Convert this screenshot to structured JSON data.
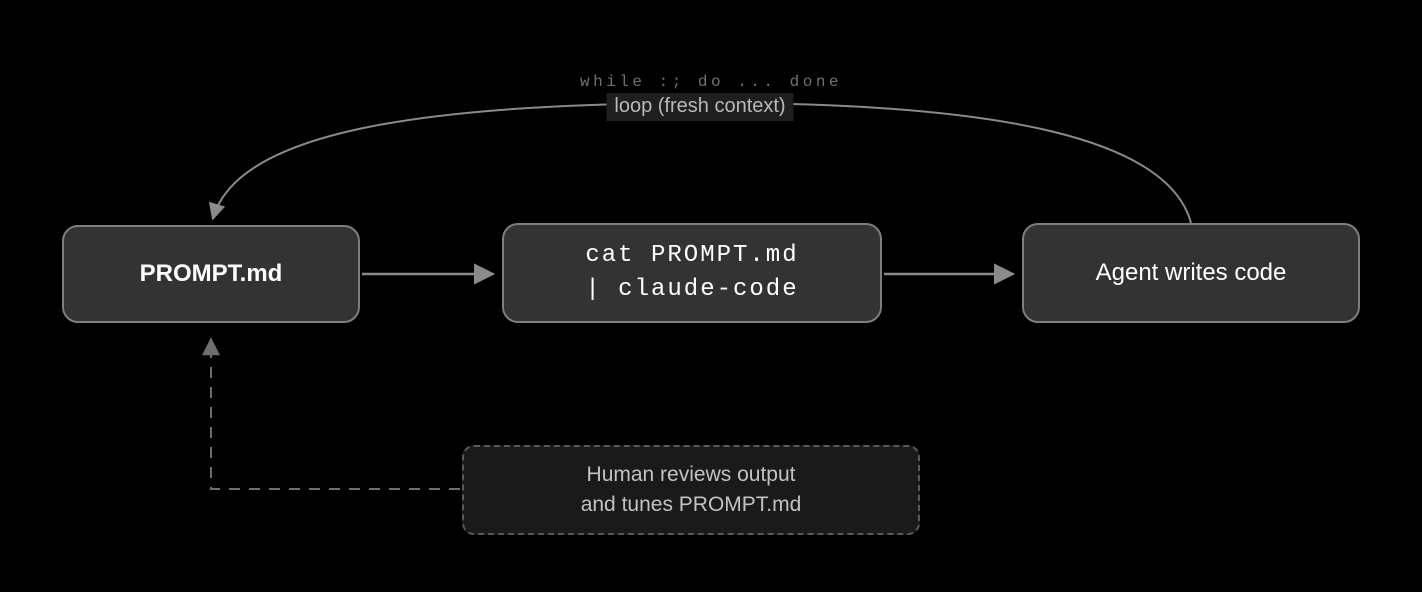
{
  "diagram": {
    "loop_annotation": {
      "shell_command": "while :; do ... done",
      "label": "loop (fresh context)"
    },
    "nodes": {
      "prompt_file": {
        "label": "PROMPT.md"
      },
      "pipe_command": {
        "line1": "cat PROMPT.md",
        "line2": "| claude-code"
      },
      "agent": {
        "label": "Agent writes code"
      },
      "human_review": {
        "line1": "Human reviews output",
        "line2": "and tunes PROMPT.md"
      }
    },
    "colors": {
      "background": "#000000",
      "node_fill": "#333333",
      "node_border": "#7e7e7e",
      "node_text": "#ffffff",
      "connector": "#8a8a8a",
      "dashed_connector": "#6e6e6e",
      "dashed_node_fill": "#1a1a1a",
      "dashed_node_border": "#5a5a5a",
      "dashed_node_text": "#c2c2c2",
      "shell_annotation_text": "#707070",
      "loop_label_text": "#b9b9b9",
      "loop_label_bg": "#1f1f1f"
    }
  }
}
